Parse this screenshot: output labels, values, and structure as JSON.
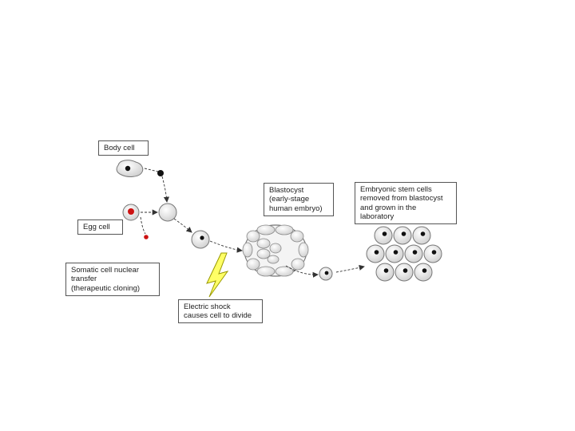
{
  "labels": {
    "body_cell": "Body cell",
    "egg_cell": "Egg cell",
    "scnt": "Somatic cell nuclear\ntransfer\n(therapeutic cloning)",
    "electric_shock": "Electric shock\ncauses cell to divide",
    "blastocyst": "Blastocyst\n(early-stage\nhuman embryo)",
    "stem_cells": "Embryonic stem cells\nremoved from blastocyst\nand grown in the\nlaboratory"
  },
  "colors": {
    "cell_fill": "#e8e8e8",
    "cell_stroke": "#777777",
    "nucleus": "#111111",
    "egg_nucleus": "#cc1111",
    "lightning_fill": "#ffff66",
    "lightning_stroke": "#999900"
  }
}
